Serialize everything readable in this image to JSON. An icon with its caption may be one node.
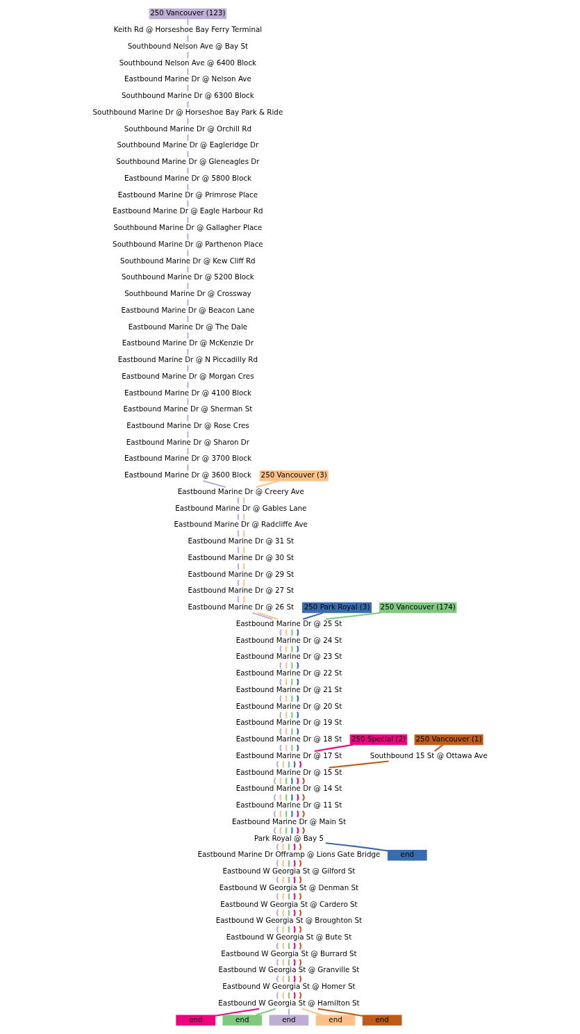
{
  "diagram": {
    "nodes": [
      {
        "text": [
          "250 Vancouver (123)"
        ]
      },
      {
        "text": [
          "Keith Rd @ Horseshoe Bay Ferry Terminal"
        ]
      },
      {
        "text": [
          "Southbound Nelson Ave @ Bay St"
        ]
      },
      {
        "text": [
          "Southbound Nelson Ave @ 6400 Block"
        ]
      },
      {
        "text": [
          "Eastbound Marine Dr @ Nelson Ave"
        ]
      },
      {
        "text": [
          "Southbound Marine Dr @ 6300 Block"
        ]
      },
      {
        "text": [
          "Southbound Marine Dr @ Horseshoe Bay Park & Ride"
        ]
      },
      {
        "text": [
          "Southbound Marine Dr @ Orchill Rd"
        ]
      },
      {
        "text": [
          "Southbound Marine Dr @ Eagleridge Dr"
        ]
      },
      {
        "text": [
          "Southbound Marine Dr @ Gleneagles Dr"
        ]
      },
      {
        "text": [
          "Eastbound Marine Dr @ 5800 Block"
        ]
      },
      {
        "text": [
          "Eastbound Marine Dr @ Primrose Place"
        ]
      },
      {
        "text": [
          "Eastbound Marine Dr @ Eagle Harbour Rd"
        ]
      },
      {
        "text": [
          "Southbound Marine Dr @ Gallagher Place"
        ]
      },
      {
        "text": [
          "Southbound Marine Dr @ Parthenon Place"
        ]
      },
      {
        "text": [
          "Southbound Marine Dr @ Kew Cliff Rd"
        ]
      },
      {
        "text": [
          "Southbound Marine Dr @ 5200 Block"
        ]
      },
      {
        "text": [
          "Southbound Marine Dr @ Crossway"
        ]
      },
      {
        "text": [
          "Eastbound Marine Dr @ Beacon Lane"
        ]
      },
      {
        "text": [
          "Eastbound Marine Dr @ The Dale"
        ]
      },
      {
        "text": [
          "Eastbound Marine Dr @ McKenzie Dr"
        ]
      },
      {
        "text": [
          "Eastbound Marine Dr @ N Piccadilly Rd"
        ]
      },
      {
        "text": [
          "Eastbound Marine Dr @ Morgan Cres"
        ]
      },
      {
        "text": [
          "Eastbound Marine Dr @ 4100 Block"
        ]
      },
      {
        "text": [
          "Eastbound Marine Dr @ Sherman St"
        ]
      },
      {
        "text": [
          "Eastbound Marine Dr @ Rose Cres"
        ]
      },
      {
        "text": [
          "Eastbound Marine Dr @ Sharon Dr"
        ]
      },
      {
        "text": [
          "Eastbound Marine Dr @ 3700 Block"
        ]
      },
      {
        "text": [
          "Eastbound Marine Dr @ 3600 Block"
        ]
      },
      {
        "text": [
          "Eastbound Marine Dr @ Creery Ave"
        ]
      },
      {
        "text": [
          "Eastbound Marine Dr @ Gables Lane"
        ]
      },
      {
        "text": [
          "Eastbound Marine Dr @ Radcliffe Ave"
        ]
      },
      {
        "text": [
          "Eastbound Marine Dr @ 31 St"
        ]
      },
      {
        "text": [
          "Eastbound Marine Dr @ 30 St"
        ]
      },
      {
        "text": [
          "Eastbound Marine Dr @ 29 St"
        ]
      },
      {
        "text": [
          "Eastbound Marine Dr @ 27 St"
        ]
      },
      {
        "text": [
          "Eastbound Marine Dr @ 26 St"
        ]
      },
      {
        "text": [
          "Eastbound Marine Dr @ 25 St"
        ]
      },
      {
        "text": [
          "Eastbound Marine Dr @ 24 St"
        ]
      },
      {
        "text": [
          "Eastbound Marine Dr @ 23 St"
        ]
      },
      {
        "text": [
          "Eastbound Marine Dr @ 22 St"
        ]
      },
      {
        "text": [
          "Eastbound Marine Dr @ 21 St"
        ]
      },
      {
        "text": [
          "Eastbound Marine Dr @ 20 St"
        ]
      },
      {
        "text": [
          "Eastbound Marine Dr @ 19 St"
        ]
      },
      {
        "text": [
          "Eastbound Marine Dr @ 18 St"
        ]
      },
      {
        "text": [
          "Eastbound Marine Dr @ 17 St"
        ]
      },
      {
        "text": [
          "Eastbound Marine Dr @ 15 St"
        ]
      },
      {
        "text": [
          "Eastbound Marine Dr @ 14 St"
        ]
      },
      {
        "text": [
          "Eastbound Marine Dr @ 11 St"
        ]
      },
      {
        "text": [
          "Eastbound Marine Dr @ Main St"
        ]
      },
      {
        "text": [
          "Park Royal @ Bay 5"
        ]
      },
      {
        "text": [
          "Eastbound Marine Dr Offramp @ Lions Gate Bridge"
        ]
      },
      {
        "text": [
          "Eastbound W Georgia St @ Gilford St"
        ]
      },
      {
        "text": [
          "Eastbound W Georgia St @ Denman St"
        ]
      },
      {
        "text": [
          "Eastbound W Georgia St @ Cardero St"
        ]
      },
      {
        "text": [
          "Eastbound W Georgia St @ Broughton St"
        ]
      },
      {
        "text": [
          "Eastbound W Georgia St @ Bute St"
        ]
      },
      {
        "text": [
          "Eastbound W Georgia St @ Burrard St"
        ]
      },
      {
        "text": [
          "Eastbound W Georgia St @ Granville St"
        ]
      },
      {
        "text": [
          "Eastbound W Georgia St @ Homer St"
        ]
      },
      {
        "text": [
          "Eastbound W Georgia St @ Hamilton St"
        ]
      },
      {
        "text": [
          "Southbound 15 St @ Ottawa Ave"
        ]
      },
      {
        "text": [
          "250 Vancouver (3)"
        ]
      },
      {
        "text": [
          "250 Park Royal (3)"
        ]
      },
      {
        "text": [
          "250 Vancouver (174)"
        ]
      },
      {
        "text": [
          "250 Special (2)"
        ]
      },
      {
        "text": [
          "250 Vancouver (1)"
        ]
      },
      {
        "text": [
          "end"
        ]
      },
      {
        "text": [
          "end"
        ]
      },
      {
        "text": [
          "end"
        ]
      },
      {
        "text": [
          "end"
        ]
      },
      {
        "text": [
          "end"
        ]
      },
      {
        "text": [
          "end"
        ]
      }
    ],
    "edges": [
      {
        "from": 0,
        "to": 1,
        "arrow": "none"
      },
      {
        "from": 1,
        "to": 2,
        "arrow": "none"
      },
      {
        "from": 2,
        "to": 3,
        "arrow": "none"
      },
      {
        "from": 3,
        "to": 4,
        "arrow": "none"
      },
      {
        "from": 4,
        "to": 5,
        "arrow": "none"
      },
      {
        "from": 5,
        "to": 6,
        "arrow": "none"
      },
      {
        "from": 6,
        "to": 7,
        "arrow": "none"
      },
      {
        "from": 7,
        "to": 8,
        "arrow": "none"
      },
      {
        "from": 8,
        "to": 9,
        "arrow": "none"
      },
      {
        "from": 9,
        "to": 10,
        "arrow": "none"
      },
      {
        "from": 10,
        "to": 11,
        "arrow": "none"
      },
      {
        "from": 11,
        "to": 12,
        "arrow": "none"
      },
      {
        "from": 12,
        "to": 13,
        "arrow": "none"
      },
      {
        "from": 13,
        "to": 14,
        "arrow": "none"
      },
      {
        "from": 14,
        "to": 15,
        "arrow": "none"
      },
      {
        "from": 15,
        "to": 16,
        "arrow": "none"
      },
      {
        "from": 16,
        "to": 17,
        "arrow": "none"
      },
      {
        "from": 17,
        "to": 18,
        "arrow": "none"
      },
      {
        "from": 18,
        "to": 19,
        "arrow": "none"
      },
      {
        "from": 19,
        "to": 20,
        "arrow": "none"
      },
      {
        "from": 20,
        "to": 21,
        "arrow": "none"
      },
      {
        "from": 21,
        "to": 22,
        "arrow": "none"
      },
      {
        "from": 22,
        "to": 23,
        "arrow": "none"
      },
      {
        "from": 23,
        "to": 24,
        "arrow": "none"
      },
      {
        "from": 24,
        "to": 25,
        "arrow": "none"
      },
      {
        "from": 25,
        "to": 26,
        "arrow": "none"
      },
      {
        "from": 26,
        "to": 27,
        "arrow": "none"
      },
      {
        "from": 27,
        "to": 28,
        "arrow": "none"
      },
      {
        "from": 28,
        "to": 29,
        "arrow": "none"
      },
      {
        "from": 29,
        "to": 30,
        "arrow": "none"
      },
      {
        "from": 30,
        "to": 31,
        "arrow": "none"
      },
      {
        "from": 31,
        "to": 32,
        "arrow": "none"
      },
      {
        "from": 32,
        "to": 33,
        "arrow": "none"
      },
      {
        "from": 33,
        "to": 34,
        "arrow": "none"
      },
      {
        "from": 34,
        "to": 35,
        "arrow": "none"
      },
      {
        "from": 35,
        "to": 36,
        "arrow": "none"
      },
      {
        "from": 36,
        "to": 37,
        "arrow": "none"
      },
      {
        "from": 37,
        "to": 38,
        "arrow": "none"
      },
      {
        "from": 38,
        "to": 39,
        "arrow": "none"
      },
      {
        "from": 39,
        "to": 40,
        "arrow": "none"
      },
      {
        "from": 40,
        "to": 41,
        "arrow": "none"
      },
      {
        "from": 41,
        "to": 42,
        "arrow": "none"
      },
      {
        "from": 42,
        "to": 43,
        "arrow": "none"
      },
      {
        "from": 43,
        "to": 44,
        "arrow": "none"
      },
      {
        "from": 44,
        "to": 45,
        "arrow": "none"
      },
      {
        "from": 45,
        "to": 46,
        "arrow": "none"
      },
      {
        "from": 46,
        "to": 47,
        "arrow": "none"
      },
      {
        "from": 47,
        "to": 48,
        "arrow": "none"
      },
      {
        "from": 48,
        "to": 49,
        "arrow": "none"
      },
      {
        "from": 49,
        "to": 50,
        "arrow": "none"
      },
      {
        "from": 50,
        "to": 51,
        "arrow": "none"
      },
      {
        "from": 51,
        "to": 52,
        "arrow": "none"
      },
      {
        "from": 52,
        "to": 53,
        "arrow": "none"
      },
      {
        "from": 53,
        "to": 54,
        "arrow": "none"
      },
      {
        "from": 54,
        "to": 55,
        "arrow": "none"
      },
      {
        "from": 55,
        "to": 56,
        "arrow": "none"
      },
      {
        "from": 56,
        "to": 57,
        "arrow": "none"
      },
      {
        "from": 57,
        "to": 58,
        "arrow": "none"
      },
      {
        "from": 58,
        "to": 59,
        "arrow": "none"
      },
      {
        "from": 59,
        "to": 60,
        "arrow": "none"
      },
      {
        "from": 60,
        "to": 70,
        "arrow": "none"
      },
      {
        "from": 62,
        "to": 29,
        "arrow": "none",
        "color": "#fdc086"
      },
      {
        "from": 29,
        "to": 30,
        "arrow": "none",
        "color": "#fdc086"
      },
      {
        "from": 30,
        "to": 31,
        "arrow": "none",
        "color": "#fdc086"
      },
      {
        "from": 31,
        "to": 32,
        "arrow": "none",
        "color": "#fdc086"
      },
      {
        "from": 32,
        "to": 33,
        "arrow": "none",
        "color": "#fdc086"
      },
      {
        "from": 33,
        "to": 34,
        "arrow": "none",
        "color": "#fdc086"
      },
      {
        "from": 34,
        "to": 35,
        "arrow": "none",
        "color": "#fdc086"
      },
      {
        "from": 35,
        "to": 36,
        "arrow": "none",
        "color": "#fdc086"
      },
      {
        "from": 36,
        "to": 37,
        "arrow": "none",
        "color": "#fdc086"
      },
      {
        "from": 37,
        "to": 38,
        "arrow": "none",
        "color": "#fdc086"
      },
      {
        "from": 38,
        "to": 39,
        "arrow": "none",
        "color": "#fdc086"
      },
      {
        "from": 39,
        "to": 40,
        "arrow": "none",
        "color": "#fdc086"
      },
      {
        "from": 40,
        "to": 41,
        "arrow": "none",
        "color": "#fdc086"
      },
      {
        "from": 41,
        "to": 42,
        "arrow": "none",
        "color": "#fdc086"
      },
      {
        "from": 42,
        "to": 43,
        "arrow": "none",
        "color": "#fdc086"
      },
      {
        "from": 43,
        "to": 44,
        "arrow": "none",
        "color": "#fdc086"
      },
      {
        "from": 44,
        "to": 45,
        "arrow": "none",
        "color": "#fdc086"
      },
      {
        "from": 45,
        "to": 46,
        "arrow": "none",
        "color": "#fdc086"
      },
      {
        "from": 46,
        "to": 47,
        "arrow": "none",
        "color": "#fdc086"
      },
      {
        "from": 47,
        "to": 48,
        "arrow": "none",
        "color": "#fdc086"
      },
      {
        "from": 48,
        "to": 49,
        "arrow": "none",
        "color": "#fdc086"
      },
      {
        "from": 49,
        "to": 50,
        "arrow": "none",
        "color": "#fdc086"
      },
      {
        "from": 50,
        "to": 51,
        "arrow": "none",
        "color": "#fdc086"
      },
      {
        "from": 51,
        "to": 52,
        "arrow": "none",
        "color": "#fdc086"
      },
      {
        "from": 52,
        "to": 53,
        "arrow": "none",
        "color": "#fdc086"
      },
      {
        "from": 53,
        "to": 54,
        "arrow": "none",
        "color": "#fdc086"
      },
      {
        "from": 54,
        "to": 55,
        "arrow": "none",
        "color": "#fdc086"
      },
      {
        "from": 55,
        "to": 56,
        "arrow": "none",
        "color": "#fdc086"
      },
      {
        "from": 56,
        "to": 57,
        "arrow": "none",
        "color": "#fdc086"
      },
      {
        "from": 57,
        "to": 58,
        "arrow": "none",
        "color": "#fdc086"
      },
      {
        "from": 58,
        "to": 59,
        "arrow": "none",
        "color": "#fdc086"
      },
      {
        "from": 59,
        "to": 60,
        "arrow": "none",
        "color": "#fdc086"
      },
      {
        "from": 60,
        "to": 71,
        "arrow": "none",
        "color": "#fdc086"
      },
      {
        "from": 64,
        "to": 37,
        "arrow": "none",
        "color": "#7fc97f"
      },
      {
        "from": 37,
        "to": 38,
        "arrow": "none",
        "color": "#7fc97f"
      },
      {
        "from": 38,
        "to": 39,
        "arrow": "none",
        "color": "#7fc97f"
      },
      {
        "from": 39,
        "to": 40,
        "arrow": "none",
        "color": "#7fc97f"
      },
      {
        "from": 40,
        "to": 41,
        "arrow": "none",
        "color": "#7fc97f"
      },
      {
        "from": 41,
        "to": 42,
        "arrow": "none",
        "color": "#7fc97f"
      },
      {
        "from": 42,
        "to": 43,
        "arrow": "none",
        "color": "#7fc97f"
      },
      {
        "from": 43,
        "to": 44,
        "arrow": "none",
        "color": "#7fc97f"
      },
      {
        "from": 44,
        "to": 45,
        "arrow": "none",
        "color": "#7fc97f"
      },
      {
        "from": 45,
        "to": 46,
        "arrow": "none",
        "color": "#7fc97f"
      },
      {
        "from": 46,
        "to": 47,
        "arrow": "none",
        "color": "#7fc97f"
      },
      {
        "from": 47,
        "to": 48,
        "arrow": "none",
        "color": "#7fc97f"
      },
      {
        "from": 48,
        "to": 49,
        "arrow": "none",
        "color": "#7fc97f"
      },
      {
        "from": 49,
        "to": 50,
        "arrow": "none",
        "color": "#7fc97f"
      },
      {
        "from": 50,
        "to": 51,
        "arrow": "none",
        "color": "#7fc97f"
      },
      {
        "from": 51,
        "to": 52,
        "arrow": "none",
        "color": "#7fc97f"
      },
      {
        "from": 52,
        "to": 53,
        "arrow": "none",
        "color": "#7fc97f"
      },
      {
        "from": 53,
        "to": 54,
        "arrow": "none",
        "color": "#7fc97f"
      },
      {
        "from": 54,
        "to": 55,
        "arrow": "none",
        "color": "#7fc97f"
      },
      {
        "from": 55,
        "to": 56,
        "arrow": "none",
        "color": "#7fc97f"
      },
      {
        "from": 56,
        "to": 57,
        "arrow": "none",
        "color": "#7fc97f"
      },
      {
        "from": 57,
        "to": 58,
        "arrow": "none",
        "color": "#7fc97f"
      },
      {
        "from": 58,
        "to": 59,
        "arrow": "none",
        "color": "#7fc97f"
      },
      {
        "from": 59,
        "to": 60,
        "arrow": "none",
        "color": "#7fc97f"
      },
      {
        "from": 60,
        "to": 69,
        "arrow": "none",
        "color": "#7fc97f"
      },
      {
        "from": 63,
        "to": 37,
        "arrow": "none",
        "color": "#386cb0"
      },
      {
        "from": 37,
        "to": 38,
        "arrow": "none",
        "color": "#386cb0"
      },
      {
        "from": 38,
        "to": 39,
        "arrow": "none",
        "color": "#386cb0"
      },
      {
        "from": 39,
        "to": 40,
        "arrow": "none",
        "color": "#386cb0"
      },
      {
        "from": 40,
        "to": 41,
        "arrow": "none",
        "color": "#386cb0"
      },
      {
        "from": 41,
        "to": 42,
        "arrow": "none",
        "color": "#386cb0"
      },
      {
        "from": 42,
        "to": 43,
        "arrow": "none",
        "color": "#386cb0"
      },
      {
        "from": 43,
        "to": 44,
        "arrow": "none",
        "color": "#386cb0"
      },
      {
        "from": 44,
        "to": 45,
        "arrow": "none",
        "color": "#386cb0"
      },
      {
        "from": 45,
        "to": 46,
        "arrow": "none",
        "color": "#386cb0"
      },
      {
        "from": 46,
        "to": 47,
        "arrow": "none",
        "color": "#386cb0"
      },
      {
        "from": 47,
        "to": 48,
        "arrow": "none",
        "color": "#386cb0"
      },
      {
        "from": 48,
        "to": 49,
        "arrow": "none",
        "color": "#386cb0"
      },
      {
        "from": 49,
        "to": 50,
        "arrow": "none",
        "color": "#386cb0"
      },
      {
        "from": 50,
        "to": 67,
        "arrow": "none",
        "color": "#386cb0"
      },
      {
        "from": 65,
        "to": 45,
        "arrow": "none",
        "color": "#f0027f"
      },
      {
        "from": 45,
        "to": 46,
        "arrow": "none",
        "color": "#f0027f"
      },
      {
        "from": 46,
        "to": 47,
        "arrow": "none",
        "color": "#f0027f"
      },
      {
        "from": 47,
        "to": 48,
        "arrow": "none",
        "color": "#f0027f"
      },
      {
        "from": 48,
        "to": 49,
        "arrow": "none",
        "color": "#f0027f"
      },
      {
        "from": 49,
        "to": 50,
        "arrow": "none",
        "color": "#f0027f"
      },
      {
        "from": 50,
        "to": 51,
        "arrow": "none",
        "color": "#f0027f"
      },
      {
        "from": 51,
        "to": 52,
        "arrow": "none",
        "color": "#f0027f"
      },
      {
        "from": 52,
        "to": 53,
        "arrow": "none",
        "color": "#f0027f"
      },
      {
        "from": 53,
        "to": 54,
        "arrow": "none",
        "color": "#f0027f"
      },
      {
        "from": 54,
        "to": 55,
        "arrow": "none",
        "color": "#f0027f"
      },
      {
        "from": 55,
        "to": 56,
        "arrow": "none",
        "color": "#f0027f"
      },
      {
        "from": 56,
        "to": 57,
        "arrow": "none",
        "color": "#f0027f"
      },
      {
        "from": 57,
        "to": 58,
        "arrow": "none",
        "color": "#f0027f"
      },
      {
        "from": 58,
        "to": 59,
        "arrow": "none",
        "color": "#f0027f"
      },
      {
        "from": 59,
        "to": 60,
        "arrow": "none",
        "color": "#f0027f"
      },
      {
        "from": 60,
        "to": 68,
        "arrow": "none",
        "color": "#f0027f"
      },
      {
        "from": 66,
        "to": 61,
        "arrow": "none",
        "color": "#bf5b17"
      },
      {
        "from": 61,
        "to": 46,
        "arrow": "none",
        "color": "#bf5b17"
      },
      {
        "from": 46,
        "to": 47,
        "arrow": "none",
        "color": "#bf5b17"
      },
      {
        "from": 47,
        "to": 48,
        "arrow": "none",
        "color": "#bf5b17"
      },
      {
        "from": 48,
        "to": 49,
        "arrow": "none",
        "color": "#bf5b17"
      },
      {
        "from": 49,
        "to": 50,
        "arrow": "none",
        "color": "#bf5b17"
      },
      {
        "from": 50,
        "to": 51,
        "arrow": "none",
        "color": "#bf5b17"
      },
      {
        "from": 51,
        "to": 52,
        "arrow": "none",
        "color": "#bf5b17"
      },
      {
        "from": 52,
        "to": 53,
        "arrow": "none",
        "color": "#bf5b17"
      },
      {
        "from": 53,
        "to": 54,
        "arrow": "none",
        "color": "#bf5b17"
      },
      {
        "from": 54,
        "to": 55,
        "arrow": "none",
        "color": "#bf5b17"
      },
      {
        "from": 55,
        "to": 56,
        "arrow": "none",
        "color": "#bf5b17"
      },
      {
        "from": 56,
        "to": 57,
        "arrow": "none",
        "color": "#bf5b17"
      },
      {
        "from": 57,
        "to": 58,
        "arrow": "none",
        "color": "#bf5b17"
      },
      {
        "from": 58,
        "to": 59,
        "arrow": "none",
        "color": "#bf5b17"
      },
      {
        "from": 59,
        "to": 60,
        "arrow": "none",
        "color": "#bf5b17"
      },
      {
        "from": 60,
        "to": 72,
        "arrow": "none",
        "color": "#bf5b17"
      }
    ]
  }
}
